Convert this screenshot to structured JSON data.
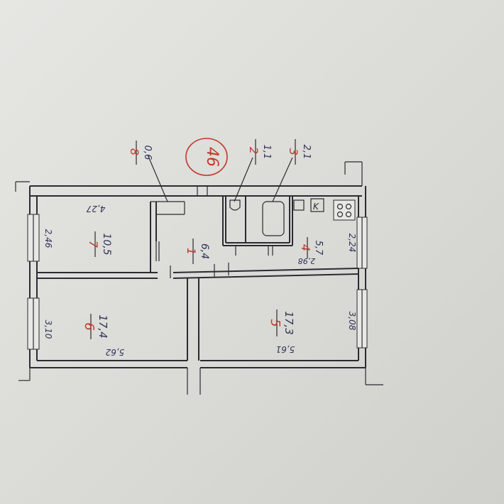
{
  "plan": {
    "apartment_number": "46",
    "colors": {
      "ink": "#2b2b33",
      "blue_ink": "#2e3357",
      "red_ink": "#c0392b"
    },
    "rooms": [
      {
        "number": "1",
        "area": "6,4"
      },
      {
        "number": "2",
        "area": "1,1"
      },
      {
        "number": "3",
        "area": "2,1"
      },
      {
        "number": "4",
        "area": "5,7"
      },
      {
        "number": "5",
        "area": "17,3"
      },
      {
        "number": "6",
        "area": "17,4"
      },
      {
        "number": "7",
        "area": "10,5"
      },
      {
        "number": "8",
        "area": "0,6"
      }
    ],
    "dimensions": {
      "d_427": "4,27",
      "d_246": "2,46",
      "d_310": "3,10",
      "d_562": "5,62",
      "d_561": "5,61",
      "d_298": "2,98",
      "d_224": "2,24",
      "d_308": "3,08"
    },
    "kitchen_marks": {
      "stove_label": "K"
    }
  }
}
